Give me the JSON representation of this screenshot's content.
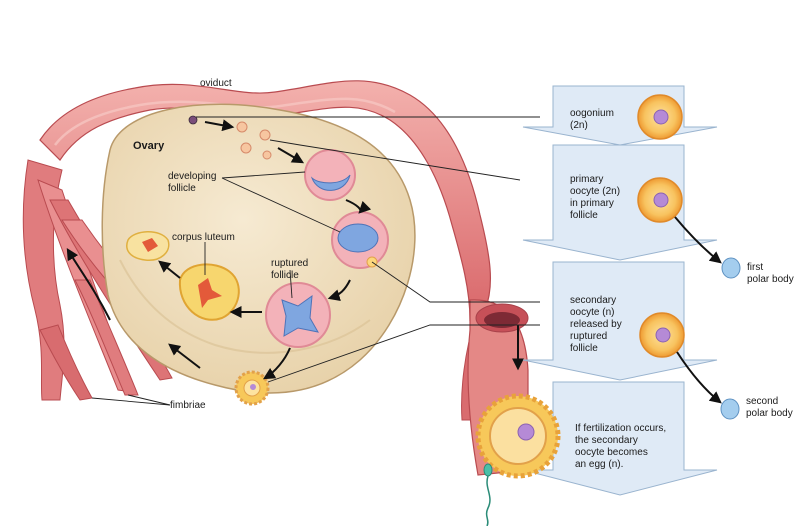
{
  "labels": {
    "oviduct": "oviduct",
    "ovary": "Ovary",
    "developing_follicle": "developing\nfollicle",
    "corpus_luteum": "corpus luteum",
    "ruptured_follicle": "ruptured\nfollicle",
    "fimbriae": "fimbriae",
    "oogonium": "oogonium\n(2n)",
    "primary_oocyte": "primary\noocyte (2n)\nin primary\nfollicle",
    "secondary_oocyte": "secondary\noocyte (n)\nreleased by\nruptured\nfollicle",
    "fertilization": "If fertilization occurs,\nthe secondary\noocyte becomes\nan egg (n).",
    "first_polar_body": "first\npolar body",
    "second_polar_body": "second\npolar body"
  },
  "colors": {
    "oviduct": "#e58a8a",
    "oviduct_dark": "#c85a5c",
    "ovary": "#f2e3c6",
    "arrow_panel": "#dce9f6",
    "cell_outer": "#f0a341",
    "cell_inner": "#fcd67c",
    "nucleus": "#b58ad6",
    "polar_body": "#9cc8ec",
    "follicle_blue": "#7fa6e0",
    "corpus_yellow": "#f7d66e"
  }
}
